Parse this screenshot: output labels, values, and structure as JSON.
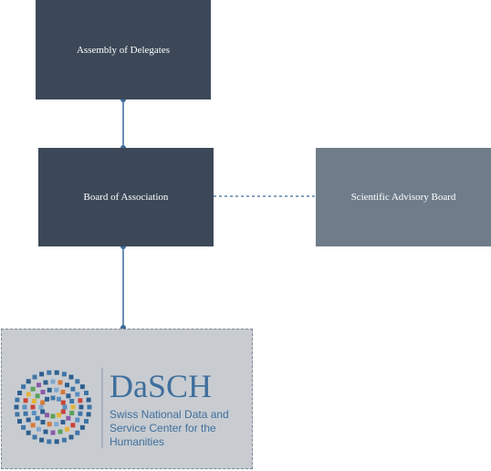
{
  "org_chart": {
    "assembly": {
      "label": "Assembly of Delegates"
    },
    "board": {
      "label": "Board of Association"
    },
    "advisory": {
      "label": "Scientific Advisory Board"
    },
    "dasch": {
      "name": "DaSCH",
      "tagline_line1": "Swiss National Data and",
      "tagline_line2": "Service Center for the",
      "tagline_line3": "Humanities"
    }
  },
  "colors": {
    "dark_box": "#3c4858",
    "grey_box": "#6f7c8a",
    "connector": "#3a6b9a",
    "dasch_text": "#3f6f9c",
    "panel_bg": "#c8ccd1"
  }
}
